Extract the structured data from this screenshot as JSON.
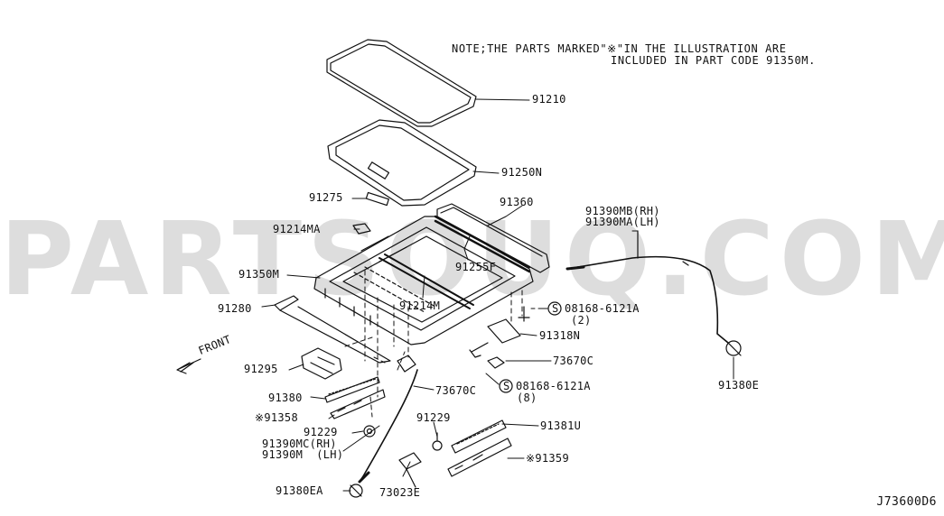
{
  "note": {
    "line1": "NOTE;THE PARTS MARKED\"※\"IN THE ILLUSTRATION ARE",
    "line2": "INCLUDED IN PART CODE 91350M."
  },
  "watermark": "PARTSOUQ.COM",
  "diagram_code": "J73600D6",
  "front_label": "FRONT",
  "parts": {
    "p91210": "91210",
    "p91250N": "91250N",
    "p91275": "91275",
    "p91214MA": "91214MA",
    "p91360": "91360",
    "p91255F": "91255F",
    "p91350M": "91350M",
    "p91214M": "91214M",
    "p91280": "91280",
    "p91390MB": "91390MB(RH)",
    "p91390MA": "91390MA(LH)",
    "p08168_top": "08168-6121A",
    "p08168_top_qty": "(2)",
    "p91318N": "91318N",
    "p73670C_a": "73670C",
    "p91295": "91295",
    "p73670C_b": "73670C",
    "p08168_bot": "08168-6121A",
    "p08168_bot_qty": "(8)",
    "p91380": "91380",
    "p91358": "※91358",
    "p91229_a": "91229",
    "p91229_b": "91229",
    "p91381U": "91381U",
    "p91390MC": "91390MC(RH)",
    "p91390M": "91390M  (LH)",
    "p91359": "※91359",
    "p91380EA": "91380EA",
    "p73023E": "73023E",
    "p91380E": "91380E",
    "screw_symbol": "S"
  }
}
